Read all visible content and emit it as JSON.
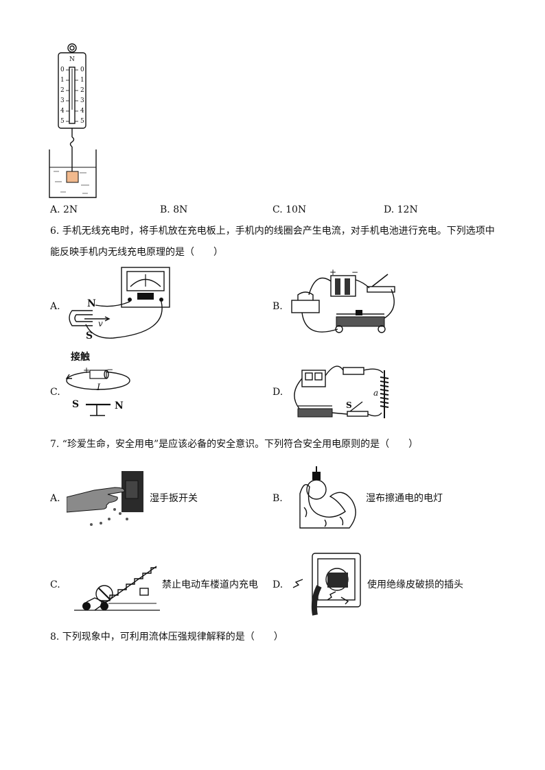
{
  "q5": {
    "options": [
      {
        "label": "A. 2N"
      },
      {
        "label": "B. 8N"
      },
      {
        "label": "C. 10N"
      },
      {
        "label": "D. 12N"
      }
    ],
    "scale": {
      "unit": "N",
      "ticks": [
        "0",
        "1",
        "2",
        "3",
        "4",
        "5"
      ]
    }
  },
  "q6": {
    "text_line1": "6. 手机无线充电时，将手机放在充电板上，手机内的线圈会产生电流，对手机电池进行充电。下列选项中",
    "text_line2": "能反映手机内无线充电原理的是（　　）",
    "options": [
      {
        "letter": "A."
      },
      {
        "letter": "B."
      },
      {
        "letter": "C."
      },
      {
        "letter": "D."
      }
    ],
    "fig_labels": {
      "a_n": "N",
      "a_s": "S",
      "a_v": "v",
      "c_touch": "接触",
      "c_plus": "+",
      "c_minus": "−",
      "c_i": "I",
      "c_s": "S",
      "c_n": "N",
      "d_a": "a",
      "d_s": "S",
      "b_plus": "+",
      "b_minus": "−"
    }
  },
  "q7": {
    "text": "7. “珍爱生命，安全用电”是应该必备的安全意识。下列符合安全用电原则的是（　　）",
    "options": [
      {
        "letter": "A.",
        "caption": "湿手扳开关"
      },
      {
        "letter": "B.",
        "caption": "湿布擦通电的电灯"
      },
      {
        "letter": "C.",
        "caption": "禁止电动车楼道内充电"
      },
      {
        "letter": "D.",
        "caption": "使用绝缘皮破损的插头"
      }
    ]
  },
  "q8": {
    "text": "8. 下列现象中，可利用流体压强规律解释的是（　　）"
  }
}
